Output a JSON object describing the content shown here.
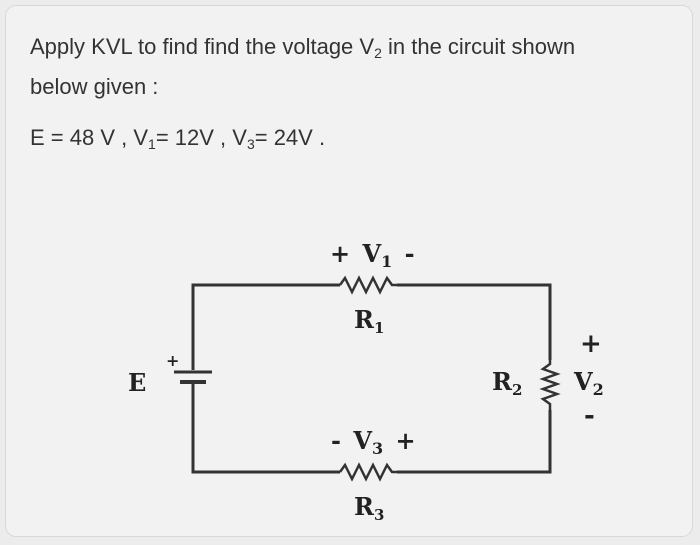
{
  "question": {
    "line1_pre": "Apply KVL to find find the voltage V",
    "line1_sub": "2",
    "line1_post": " in the circuit shown",
    "line2": "below given :"
  },
  "givens": {
    "e_part": "E = 48 V , V",
    "v1_sub": "1",
    "v1_part": "= 12V , V",
    "v3_sub": "3",
    "v3_part": "= 24V ."
  },
  "circuit": {
    "source_label": "E",
    "source_plus": "+",
    "r1": {
      "name": "R",
      "sub": "1",
      "voltage": "V",
      "vsub": "1",
      "plus": "+",
      "minus": "-"
    },
    "r2": {
      "name": "R",
      "sub": "2",
      "voltage": "V",
      "vsub": "2",
      "plus": "+",
      "minus": "-"
    },
    "r3": {
      "name": "R",
      "sub": "3",
      "voltage": "V",
      "vsub": "3",
      "plus": "+",
      "minus": "-"
    }
  }
}
